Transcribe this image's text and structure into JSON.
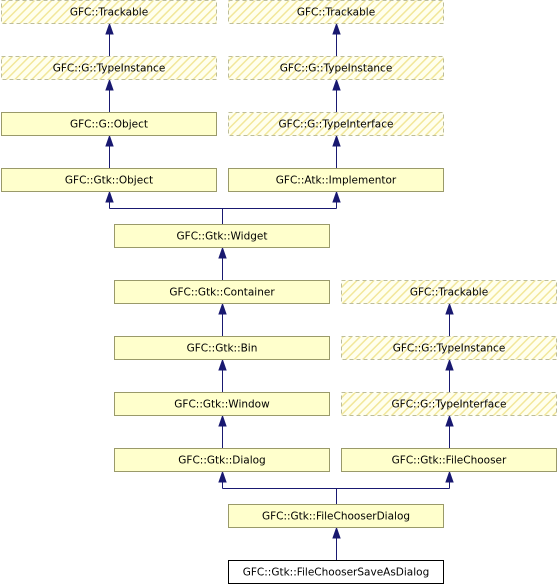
{
  "diagram": {
    "type": "inheritance-graph",
    "nodes": [
      {
        "id": "trackable_1",
        "label": "GFC::Trackable",
        "style": "dashed"
      },
      {
        "id": "trackable_2",
        "label": "GFC::Trackable",
        "style": "dashed"
      },
      {
        "id": "typeinstance_1",
        "label": "GFC::G::TypeInstance",
        "style": "dashed"
      },
      {
        "id": "typeinstance_2",
        "label": "GFC::G::TypeInstance",
        "style": "dashed"
      },
      {
        "id": "g_object",
        "label": "GFC::G::Object",
        "style": "solid"
      },
      {
        "id": "typeinterface_1",
        "label": "GFC::G::TypeInterface",
        "style": "dashed"
      },
      {
        "id": "gtk_object",
        "label": "GFC::Gtk::Object",
        "style": "solid"
      },
      {
        "id": "atk_implementor",
        "label": "GFC::Atk::Implementor",
        "style": "solid"
      },
      {
        "id": "gtk_widget",
        "label": "GFC::Gtk::Widget",
        "style": "solid"
      },
      {
        "id": "gtk_container",
        "label": "GFC::Gtk::Container",
        "style": "solid"
      },
      {
        "id": "trackable_3",
        "label": "GFC::Trackable",
        "style": "dashed"
      },
      {
        "id": "gtk_bin",
        "label": "GFC::Gtk::Bin",
        "style": "solid"
      },
      {
        "id": "typeinstance_3",
        "label": "GFC::G::TypeInstance",
        "style": "dashed"
      },
      {
        "id": "gtk_window",
        "label": "GFC::Gtk::Window",
        "style": "solid"
      },
      {
        "id": "typeinterface_2",
        "label": "GFC::G::TypeInterface",
        "style": "dashed"
      },
      {
        "id": "gtk_dialog",
        "label": "GFC::Gtk::Dialog",
        "style": "solid"
      },
      {
        "id": "gtk_filechooser",
        "label": "GFC::Gtk::FileChooser",
        "style": "solid"
      },
      {
        "id": "gtk_filechooserdialog",
        "label": "GFC::Gtk::FileChooserDialog",
        "style": "solid"
      },
      {
        "id": "gtk_filechoosersaveasdialog",
        "label": "GFC::Gtk::FileChooserSaveAsDialog",
        "style": "target"
      }
    ],
    "edges": [
      {
        "from": "typeinstance_1",
        "to": "trackable_1"
      },
      {
        "from": "typeinstance_2",
        "to": "trackable_2"
      },
      {
        "from": "g_object",
        "to": "typeinstance_1"
      },
      {
        "from": "typeinterface_1",
        "to": "typeinstance_2"
      },
      {
        "from": "gtk_object",
        "to": "g_object"
      },
      {
        "from": "atk_implementor",
        "to": "typeinterface_1"
      },
      {
        "from": "gtk_widget",
        "to": "gtk_object"
      },
      {
        "from": "gtk_widget",
        "to": "atk_implementor"
      },
      {
        "from": "gtk_container",
        "to": "gtk_widget"
      },
      {
        "from": "typeinstance_3",
        "to": "trackable_3"
      },
      {
        "from": "gtk_bin",
        "to": "gtk_container"
      },
      {
        "from": "typeinterface_2",
        "to": "typeinstance_3"
      },
      {
        "from": "gtk_window",
        "to": "gtk_bin"
      },
      {
        "from": "gtk_filechooser",
        "to": "typeinterface_2"
      },
      {
        "from": "gtk_dialog",
        "to": "gtk_window"
      },
      {
        "from": "gtk_filechooserdialog",
        "to": "gtk_dialog"
      },
      {
        "from": "gtk_filechooserdialog",
        "to": "gtk_filechooser"
      },
      {
        "from": "gtk_filechoosersaveasdialog",
        "to": "gtk_filechooserdialog"
      }
    ],
    "colors": {
      "node_fill": "#ffffcc",
      "node_border": "#9a9a6a",
      "dashed_border": "#bdbd9a",
      "hatch": "#f2e79a",
      "edge": "#191970",
      "target_fill": "#ffffff",
      "target_border": "#000000"
    }
  }
}
